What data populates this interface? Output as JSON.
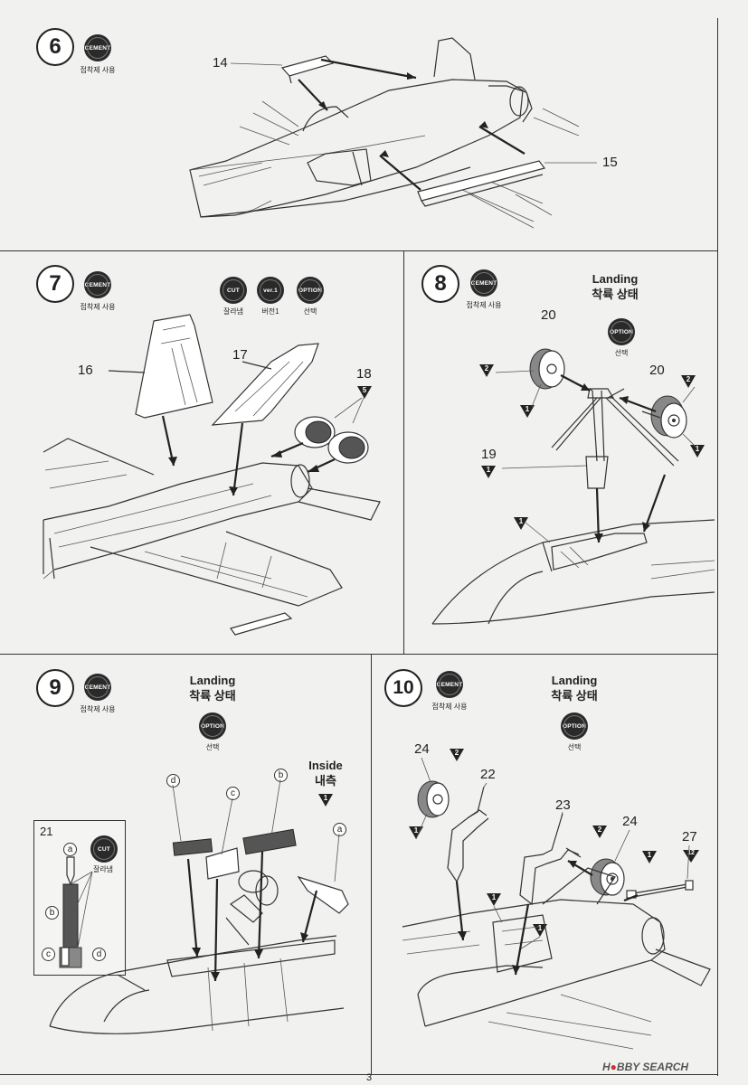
{
  "steps": {
    "s6": {
      "number": "6",
      "badge": "CEMENT",
      "caption": "접착제 사용",
      "parts": [
        "14",
        "15"
      ]
    },
    "s7": {
      "number": "7",
      "badge": "CEMENT",
      "caption": "접착제 사용",
      "extra_badges": [
        {
          "label": "CUT",
          "caption": "잘라냄"
        },
        {
          "label": "ver.1",
          "caption": "버전1"
        },
        {
          "label": "OPTION",
          "caption": "선택"
        }
      ],
      "parts": [
        "16",
        "17",
        "18"
      ],
      "tri": [
        "5"
      ]
    },
    "s8": {
      "number": "8",
      "badge": "CEMENT",
      "caption": "접착제 사용",
      "title_en": "Landing",
      "title_ko": "착륙 상태",
      "option_badge": "OPTION",
      "option_caption": "선택",
      "parts": [
        "20",
        "20",
        "19"
      ],
      "tri": [
        "2",
        "1",
        "2",
        "1",
        "1",
        "1"
      ]
    },
    "s9": {
      "number": "9",
      "badge": "CEMENT",
      "caption": "접착제 사용",
      "title_en": "Landing",
      "title_ko": "착륙 상태",
      "option_badge": "OPTION",
      "option_caption": "선택",
      "inside_en": "Inside",
      "inside_ko": "내측",
      "inside_tri": "1",
      "letters": [
        "d",
        "c",
        "b",
        "a"
      ],
      "inset": {
        "part": "21",
        "badge": "CUT",
        "caption": "잘라냄",
        "letters": [
          "a",
          "b",
          "c",
          "d"
        ]
      }
    },
    "s10": {
      "number": "10",
      "badge": "CEMENT",
      "caption": "접착제 사용",
      "title_en": "Landing",
      "title_ko": "착륙 상태",
      "option_badge": "OPTION",
      "option_caption": "선택",
      "parts": [
        "24",
        "22",
        "23",
        "24",
        "27"
      ],
      "tri": [
        "2",
        "1",
        "2",
        "1",
        "12",
        "1",
        "1"
      ]
    }
  },
  "footer": {
    "page_number": "3",
    "watermark_1": "H",
    "watermark_2": "BBY",
    "watermark_3": "SEARCH"
  }
}
